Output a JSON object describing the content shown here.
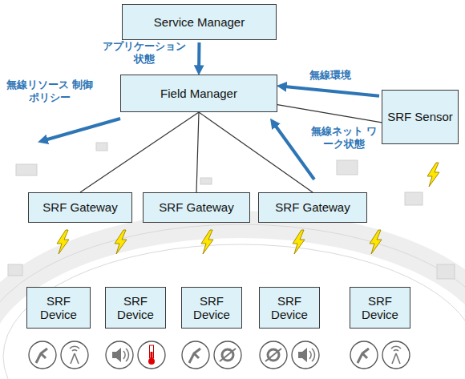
{
  "diagram": {
    "nodes": [
      {
        "text": [
          "Service Manager"
        ]
      },
      {
        "text": [
          "Field Manager"
        ]
      },
      {
        "text": [
          "SRF Sensor"
        ]
      },
      {
        "text": [
          "SRF Gateway"
        ]
      },
      {
        "text": [
          "SRF Gateway"
        ]
      },
      {
        "text": [
          "SRF Gateway"
        ]
      },
      {
        "text": [
          "SRF Device"
        ]
      },
      {
        "text": [
          "SRF Device"
        ]
      },
      {
        "text": [
          "SRF Device"
        ]
      },
      {
        "text": [
          "SRF Device"
        ]
      },
      {
        "text": [
          "SRF Device"
        ]
      }
    ],
    "edges": [
      {
        "from": 0,
        "to": 1,
        "arrow": "to",
        "label": "アプリケーション 状態"
      },
      {
        "from": 2,
        "to": 1,
        "arrow": "to",
        "label": "無線環境"
      },
      {
        "from": 1,
        "to": 3,
        "arrow": "none"
      },
      {
        "from": 1,
        "to": 4,
        "arrow": "none"
      },
      {
        "from": 1,
        "to": 5,
        "arrow": "none"
      },
      {
        "from": 1,
        "to": 2,
        "arrow": "none"
      }
    ],
    "labels": [
      "無線リソース 制御ポリシー",
      "無線ネット ワーク状態"
    ]
  }
}
